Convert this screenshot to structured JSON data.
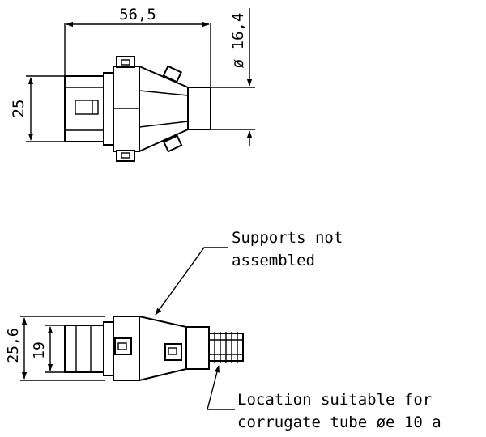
{
  "dimensions": {
    "length": "56,5",
    "diameter": "ø 16,4",
    "height_top": "25",
    "height_outer": "25,6",
    "height_inner": "19"
  },
  "notes": {
    "supports_line1": "Supports not",
    "supports_line2": "assembled",
    "location_line1": "Location suitable for",
    "location_line2": "corrugate tube øe 10 a"
  }
}
